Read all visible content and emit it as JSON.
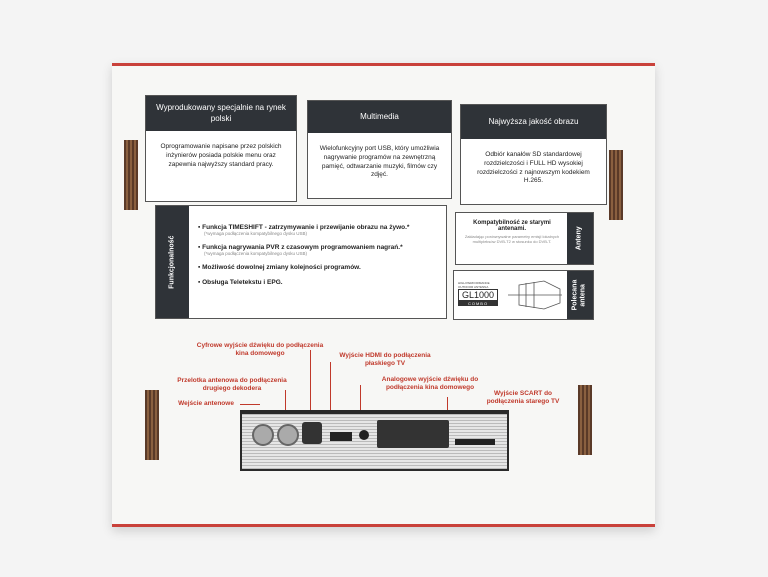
{
  "cards": [
    {
      "title": "Wyprodukowany specjalnie na rynek polski",
      "body": "Oprogramowanie napisane przez polskich inżynierów posiada polskie menu oraz zapewnia najwyższy standard pracy."
    },
    {
      "title": "Multimedia",
      "body": "Wielofunkcyjny port USB, który umożliwia nagrywanie programów na zewnętrzną pamięć, odtwarzanie muzyki, filmów czy zdjęć."
    },
    {
      "title": "Najwyższa jakość obrazu",
      "body": "Odbiór kanałów SD standardowej rozdzielczości i FULL HD wysokiej rozdzielczości z najnowszym kodekiem H.265."
    }
  ],
  "features": {
    "title": "Funkcjonalność",
    "items": [
      {
        "text": "Funkcja TIMESHIFT - zatrzymywanie i przewijanie obrazu na żywo.*",
        "note": "(*wymaga podłączenia kompatybilnego dysku USB)"
      },
      {
        "text": "Funkcja nagrywania PVR z czasowym programowaniem nagrań.*",
        "note": "(*wymaga podłączenia kompatybilnego dysku USB)"
      },
      {
        "text": "Możliwość dowolnej zmiany kolejności programów.",
        "note": ""
      },
      {
        "text": "Obsługa Teletekstu i EPG.",
        "note": ""
      }
    ]
  },
  "antenna": {
    "title": "Anteny",
    "heading": "Kompatybilność ze starymi antenami.",
    "body": "Zakładając porównywalne parametry emisji lokalnych multipleksów DVB-T2 w stosunku do DVB-T."
  },
  "recommended": {
    "title": "Polecana antena",
    "model": "GL1000",
    "model_sub": "COMBO",
    "tag": "HIGH PERFORMANCE OUTDOOR ANTENNA"
  },
  "ports": [
    "Cyfrowe wyjście dźwięku do podłączenia kina domowego",
    "Wyjście HDMI do podłączenia płaskiego TV",
    "Przelotka antenowa do podłączenia drugiego dekodera",
    "Analogowe wyjście dźwięku do podłączenia kina domowego",
    "Wyjście SCART do podłączenia starego TV",
    "Wejście antenowe"
  ]
}
